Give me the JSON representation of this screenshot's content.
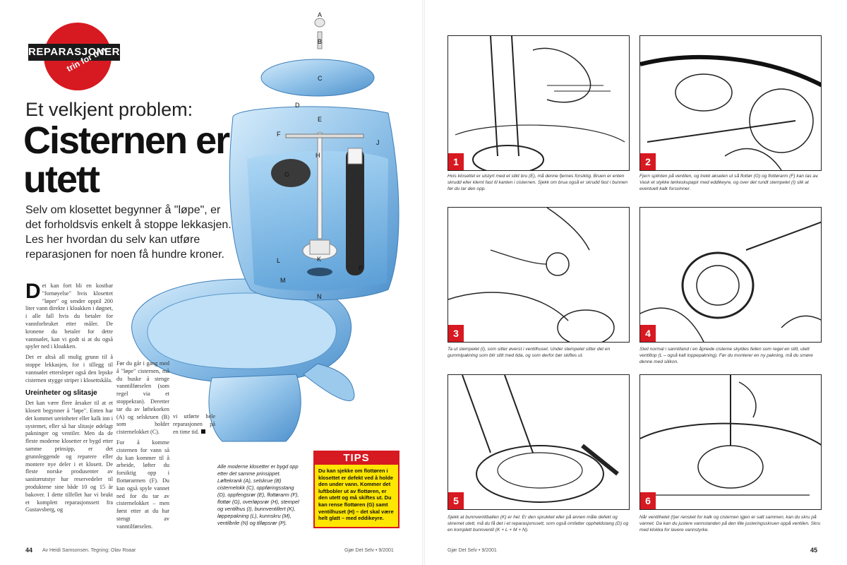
{
  "left_page": {
    "section_badge": {
      "title": "REPARASJONER",
      "subtitle": "trin for trin"
    },
    "kicker": "Et velkjent problem:",
    "headline": "Cisternen er utett",
    "lede": "Selv om klosettet begynner å \"løpe\", er det forholdsvis enkelt å stoppe lekkasjen. Les her hvordan du selv kan utføre reparasjonen for noen få hundre kroner.",
    "body_col1": {
      "dropcap": "D",
      "paragraph1": "et kan fort bli en kostbar \"fornøyelse\" hvis klosettet \"løper\" og sender opptil 200 liter vann direkte i kloakken i døgnet, i alle fall hvis du betaler for vannforbruket etter måler. De kronene du betaler for dette vannsølet, kan vi godt si at du også spyler ned i kloakken.",
      "paragraph2": "Det er altså all mulig grunn til å stoppe lekkasjen, for i tillegg til vannsølet ettersleper også den lepske cisternen stygge striper i klosettskåla.",
      "subhead": "Ureinheter og slitasje",
      "paragraph3": "Det kan være flere årsaker til at et klosett begynner å \"løpe\". Enten har det kommet ureinheter eller kalk inn i systemet, eller så har slitasje ødelagt pakninger og ventiler. Men da de fleste moderne klosetter er bygd etter samme prinsipp, er det grunnleggende og reparere eller montere nye deler i et klosett. De fleste norske produsenter av sanitærutstyr har reservedeler til produktene sine både 10 og 15 år bakover. I dette tilfellet har vi brukt et komplett reparasjonssett fra Gustavsberg, og"
    },
    "body_col2": {
      "paragraph1": "Før du går i gang med å \"løpe\" cisternen, må du huske å stenge vanntilførselen (som regel via et stoppekran). Deretter tar du av løftekorken (A) og selskruen (B) som holder cisternelokket (C).",
      "paragraph2": "For å komme cisternen for vann så du kan kommer til å arbeide, løfter du forsiktig opp i flottørarmen (F). Du kan også spyle vannet ned for du tar av cisternelokket – men først etter at du har stengt av vanntilførselen."
    },
    "body_col3": {
      "paragraph1": "vi utførte hele reparasjonen på en time tid."
    },
    "illustration_caption": "Alle moderne klosetter er bygd opp etter det samme prinsippet. Løftekrank (A), selskrue (B) cisternelokk (C), oppføringsstang (D), oppfengsrør (E), flottørarm (F), flottør (G), overløpsrør (H), stempel og ventilhus (I), bunnventillert (K), løppepakning (L), kunnskru (M), ventilbrile (N) og tilløpsrør (P).",
    "tips": {
      "title": "TIPS",
      "body": "Du kan sjekke om flottøren i klosettet er defekt ved å holde den under vann. Kommer det luftbobler ut av flottøren, er den utett og må skiftes ut. Du kan rense flottøren (G) samt ventilhuset (H) – det skal være helt glatt – med eddikeyre."
    },
    "part_labels": [
      "A",
      "B",
      "C",
      "D",
      "E",
      "F",
      "G",
      "H",
      "J",
      "K",
      "L",
      "M",
      "N",
      "P"
    ],
    "footer": "Av Heidi Samsonsen. Tegning: Olav Roaar",
    "footer_mid": "Gjør Det Selv • 9/2001",
    "page_number": "44"
  },
  "right_page": {
    "steps": [
      {
        "number": "1",
        "caption": "Hvis klosettet er utstyrt med et slikt bru (E), må denne fjernes forsiktig. Bruen er enten skrudd eller klemt fast til kanten i cisternen. Sjekk om brua også er skrudd fast i bunnen før du tar den opp."
      },
      {
        "number": "2",
        "caption": "Fjern splinten på ventilen, og trekk akselen ut så flottør (G) og flottørarm (F) kan tas av. Vask et stykke tørkeskupapir med eddikeyre, og over det rundt stempelet (I) slik at eventuell kalk forsvinner."
      },
      {
        "number": "3",
        "caption": "Ta ut stempelet (I), som sitter øverst i ventilhuset. Under stempelet sitter det en gummipakning som blir slitt med tida, og som derfor bør skiftes ut."
      },
      {
        "number": "4",
        "caption": "Steil normal i sanntiland i en åpnede cisterne skyldes feilen som regel en slitt, utett ventiltop (L – også kalt loppepakning). Før du monterer en ny pakning, må du smøre denne med silikon."
      },
      {
        "number": "5",
        "caption": "Sjekk at bunnventilballen (K) er hel. Er den sprukket eller på annen måte defekt og skremet utett, må du få det i et reparasjonssett, som også omfatter opphøldstang (D) og en komplett bunnventil (K + L + M + N)."
      },
      {
        "number": "6",
        "caption": "Når ventilhetet (I)er rensket for kalk og cisternen igjen er satt sammen, kan du skru på vannet. Da kan du justere vannstanden på den lille justeringsskruen oppå ventilen. Skru med klokka for lavere vannstyrke."
      }
    ],
    "footer": "Gjør Det Selv • 9/2001",
    "page_number": "45"
  },
  "colors": {
    "accent_red": "#d71921",
    "tips_yellow": "#ffe600",
    "porcelain_blue": "#8fc1e8"
  }
}
